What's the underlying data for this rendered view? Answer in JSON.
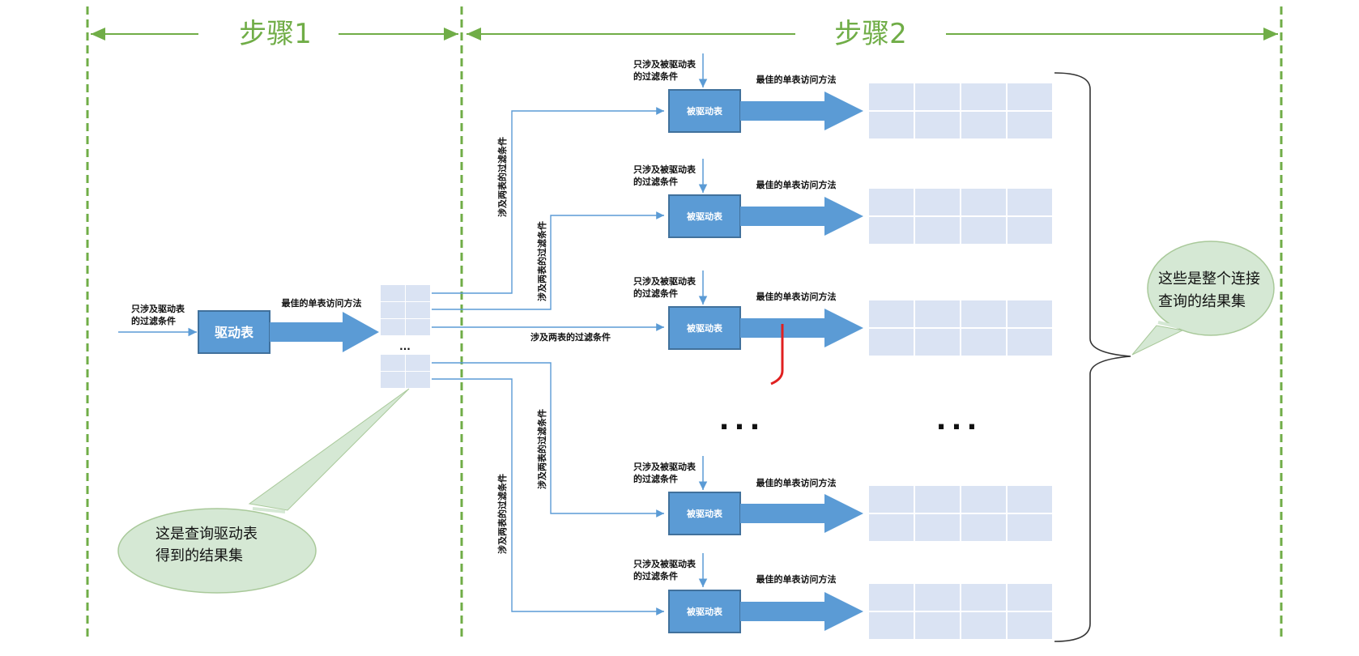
{
  "steps": {
    "step1_label": "步骤1",
    "step2_label": "步骤2"
  },
  "colors": {
    "green": "#70ad47",
    "blue": "#5b9bd5",
    "box_fill": "#5b9bd5",
    "box_stroke": "#41719c",
    "cell_fill": "#dae3f3",
    "bubble_fill": "#d5e8d4",
    "red": "#e02020"
  },
  "step1": {
    "input_label_line1": "只涉及驱动表",
    "input_label_line2": "的过滤条件",
    "driving_table_label": "驱动表",
    "access_method_label": "最佳的单表访问方法",
    "ellipsis": "...",
    "callout_line1": "这是查询驱动表",
    "callout_line2": "得到的结果集"
  },
  "step2": {
    "filter_label_line1": "只涉及被驱动表",
    "filter_label_line2": "的过滤条件",
    "driven_table_label": "被驱动表",
    "access_method_label": "最佳的单表访问方法",
    "two_table_condition": "涉及两表的过滤条件",
    "ellipsis_left": "...",
    "ellipsis_right": "...",
    "callout_line1": "这些是整个连接",
    "callout_line2": "查询的结果集"
  },
  "icons": {
    "step_arrow": "double-headed-arrow",
    "flow_arrow": "thick-block-arrow",
    "brace": "right-curly-brace"
  }
}
